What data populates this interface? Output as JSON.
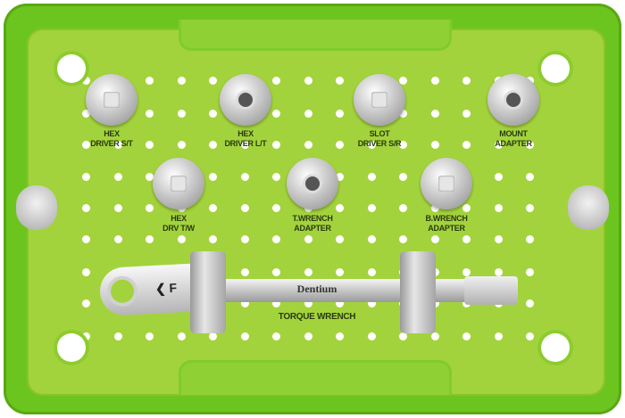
{
  "tray": {
    "top_row": [
      {
        "label_line1": "HEX",
        "label_line2": "DRIVER S/T"
      },
      {
        "label_line1": "HEX",
        "label_line2": "DRIVER L/T"
      },
      {
        "label_line1": "SLOT",
        "label_line2": "DRIVER S/R"
      },
      {
        "label_line1": "MOUNT",
        "label_line2": "ADAPTER"
      }
    ],
    "middle_row": [
      {
        "label_line1": "HEX",
        "label_line2": "DRV T/W"
      },
      {
        "label_line1": "T.WRENCH",
        "label_line2": "ADAPTER"
      },
      {
        "label_line1": "B.WRENCH",
        "label_line2": "ADAPTER"
      }
    ],
    "wrench": {
      "label": "TORQUE WRENCH",
      "brand": "Dentium",
      "direction_mark": "❮ F"
    }
  },
  "colors": {
    "tray": "#6cc51e",
    "panel": "#a3d33c",
    "metal": "#c9c9c9"
  }
}
